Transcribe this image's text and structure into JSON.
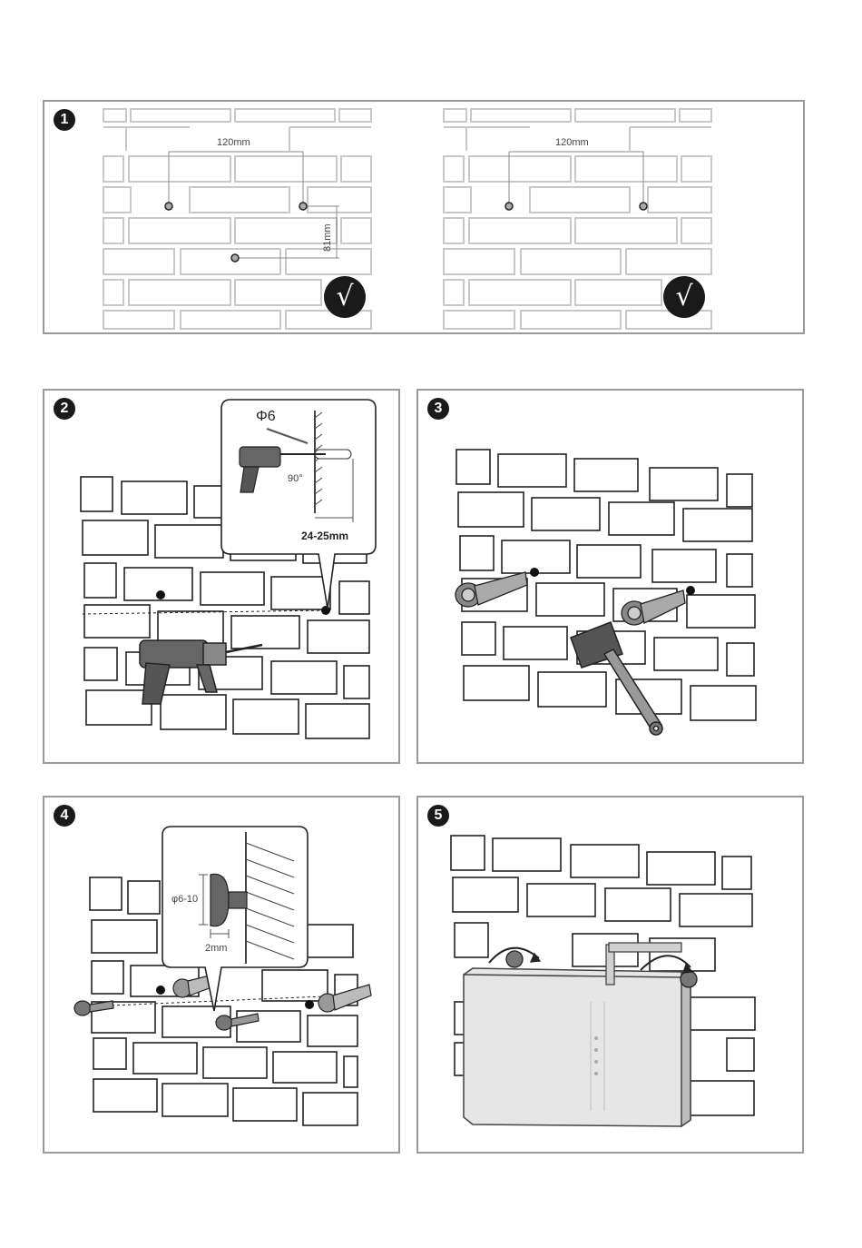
{
  "steps": [
    {
      "number": "1",
      "badge": "❶"
    },
    {
      "number": "2",
      "badge": "❷"
    },
    {
      "number": "3",
      "badge": "❸"
    },
    {
      "number": "4",
      "badge": "❹"
    },
    {
      "number": "5",
      "badge": "❺"
    }
  ],
  "step1": {
    "left": {
      "width_label": "120mm",
      "height_label": "81mm",
      "check": "√"
    },
    "right": {
      "width_label": "120mm",
      "check": "√"
    }
  },
  "step2": {
    "drill_bit_label": "Φ6",
    "angle_label": "90°",
    "depth_label": "24-25mm"
  },
  "step4": {
    "head_diameter_label": "φ6-10",
    "gap_label": "2mm"
  },
  "colors": {
    "line": "#1a1a1a",
    "brick_outline": "#c8c8c8",
    "panel_border": "#9a9a9a",
    "device": "#e6e6e6"
  }
}
